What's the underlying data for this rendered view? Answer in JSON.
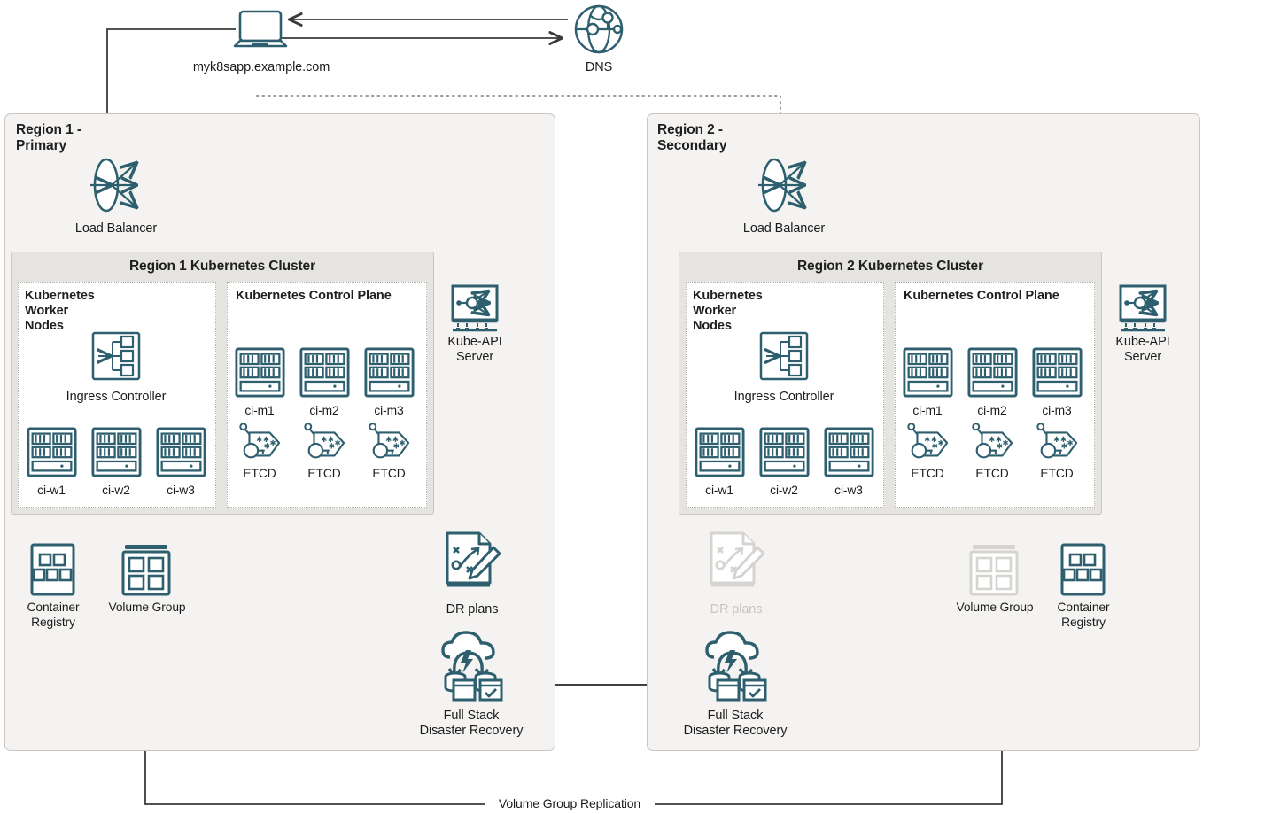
{
  "diagram": {
    "title": "Multi-region Kubernetes disaster recovery architecture",
    "colors": {
      "teal": "#2d5f6e",
      "line": "#3a3a3a",
      "region_fill": "#f4f3f1",
      "cluster_fill": "#e6e4e1",
      "inner_fill": "#ffffff",
      "dim": "#c7c5c2"
    }
  },
  "top": {
    "client_label": "myk8sapp.example.com",
    "dns_label": "DNS",
    "client_icon": "laptop-icon",
    "dns_icon": "globe-icon"
  },
  "regions": [
    {
      "id": "region1",
      "title": "Region 1 -\nPrimary",
      "load_balancer": {
        "label": "Load Balancer",
        "icon": "load-balancer-icon"
      },
      "cluster": {
        "title": "Region 1 Kubernetes Cluster",
        "worker_panel": {
          "title": "Kubernetes\nWorker\nNodes",
          "ingress_label": "Ingress Controller",
          "ingress_icon": "ingress-controller-icon",
          "nodes": [
            "ci-w1",
            "ci-w2",
            "ci-w3"
          ]
        },
        "control_panel": {
          "title": "Kubernetes Control Plane",
          "masters": [
            {
              "name": "ci-m1",
              "store": "ETCD"
            },
            {
              "name": "ci-m2",
              "store": "ETCD"
            },
            {
              "name": "ci-m3",
              "store": "ETCD"
            }
          ]
        }
      },
      "kube_api": {
        "label": "Kube-API\nServer",
        "icon": "kube-api-server-icon"
      },
      "container_registry": {
        "label": "Container\nRegistry",
        "icon": "container-registry-icon",
        "dimmed": false
      },
      "volume_group": {
        "label": "Volume Group",
        "icon": "volume-group-icon",
        "dimmed": false
      },
      "dr_plans": {
        "label": "DR plans",
        "icon": "dr-plans-icon",
        "dimmed": false
      },
      "full_stack_dr": {
        "label": "Full Stack\nDisaster Recovery",
        "icon": "full-stack-dr-icon"
      }
    },
    {
      "id": "region2",
      "title": "Region 2 -\nSecondary",
      "load_balancer": {
        "label": "Load Balancer",
        "icon": "load-balancer-icon"
      },
      "cluster": {
        "title": "Region 2 Kubernetes Cluster",
        "worker_panel": {
          "title": "Kubernetes\nWorker\nNodes",
          "ingress_label": "Ingress Controller",
          "ingress_icon": "ingress-controller-icon",
          "nodes": [
            "ci-w1",
            "ci-w2",
            "ci-w3"
          ]
        },
        "control_panel": {
          "title": "Kubernetes Control Plane",
          "masters": [
            {
              "name": "ci-m1",
              "store": "ETCD"
            },
            {
              "name": "ci-m2",
              "store": "ETCD"
            },
            {
              "name": "ci-m3",
              "store": "ETCD"
            }
          ]
        }
      },
      "kube_api": {
        "label": "Kube-API\nServer",
        "icon": "kube-api-server-icon"
      },
      "container_registry": {
        "label": "Container\nRegistry",
        "icon": "container-registry-icon",
        "dimmed": false
      },
      "volume_group": {
        "label": "Volume Group",
        "icon": "volume-group-icon",
        "dimmed": true
      },
      "dr_plans": {
        "label": "DR plans",
        "icon": "dr-plans-icon",
        "dimmed": true
      },
      "full_stack_dr": {
        "label": "Full Stack\nDisaster Recovery",
        "icon": "full-stack-dr-icon"
      }
    }
  ],
  "connections": {
    "volume_group_replication": "Volume Group Replication"
  }
}
